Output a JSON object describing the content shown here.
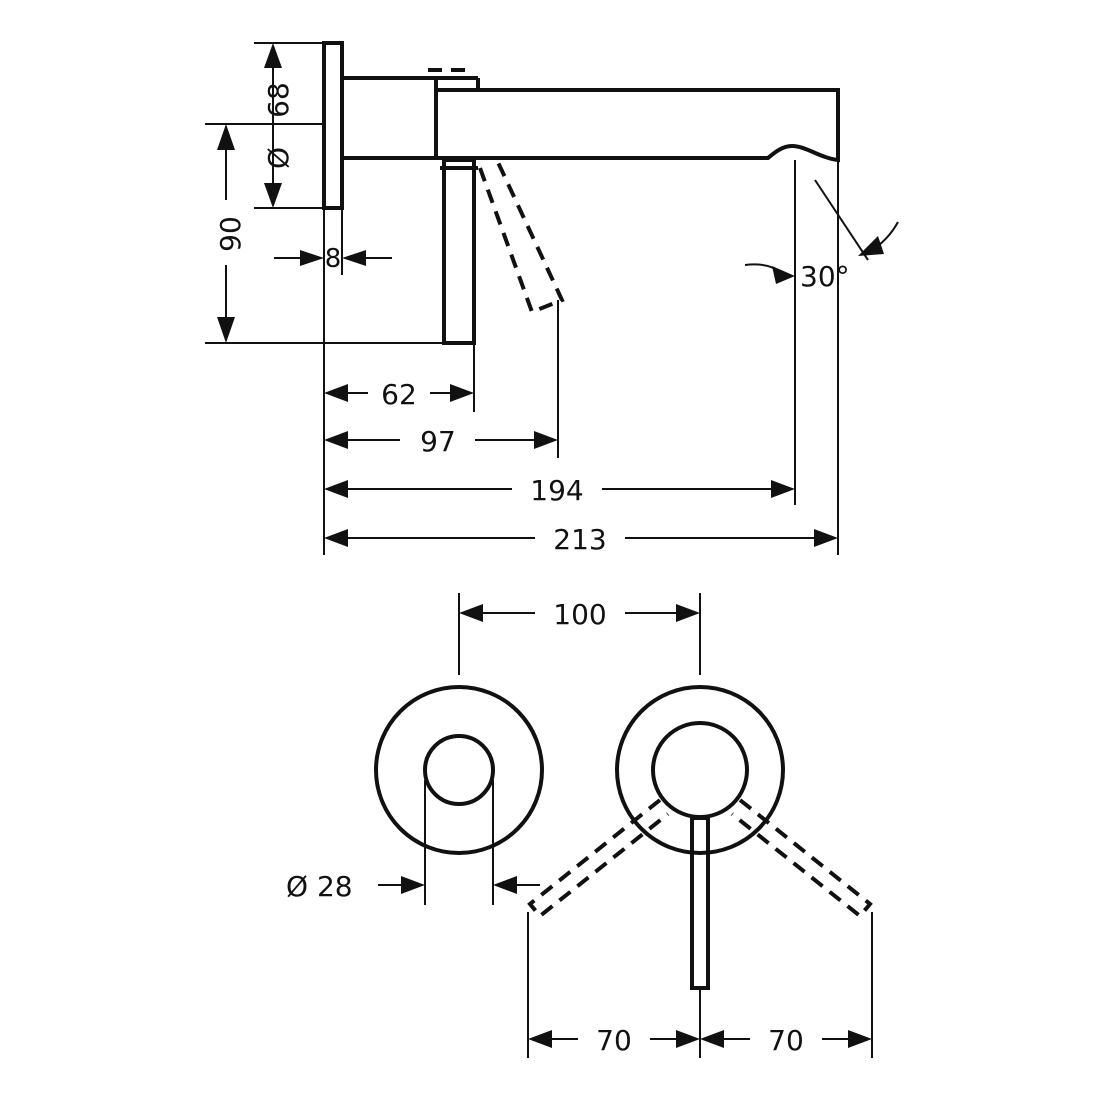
{
  "side_view": {
    "diameter_symbol": "Ø",
    "plate_diameter": "68",
    "height": "90",
    "plate_thickness": "8",
    "handle_offset": "62",
    "handle_swing_reach": "97",
    "outlet_distance": "194",
    "total_length": "213",
    "spout_angle": "30°"
  },
  "front_view": {
    "centre_distance": "100",
    "diameter_label": "Ø 28",
    "swing_left": "70",
    "swing_right": "70"
  }
}
